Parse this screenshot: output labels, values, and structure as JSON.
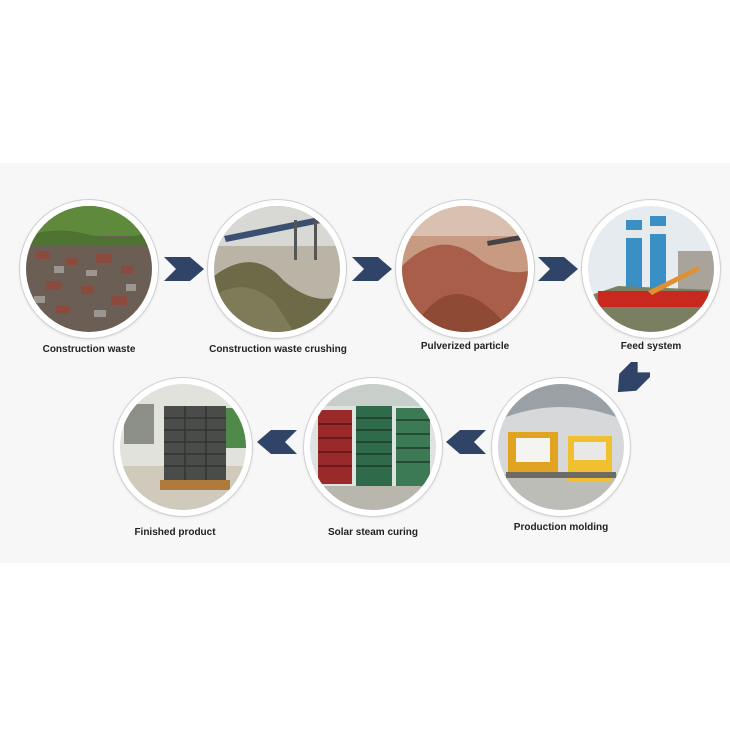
{
  "steps": [
    {
      "label": "Construction waste",
      "image": "rubble-pile"
    },
    {
      "label": "Construction waste crushing",
      "image": "crusher-conveyor"
    },
    {
      "label": "Pulverized particle",
      "image": "particle-heap"
    },
    {
      "label": "Feed system",
      "image": "silo-plant"
    },
    {
      "label": "Production molding",
      "image": "molding-machine"
    },
    {
      "label": "Solar steam curing",
      "image": "curing-racks"
    },
    {
      "label": "Finished product",
      "image": "block-stacks"
    }
  ],
  "colors": {
    "arrow": "#2f4466",
    "ring": "#d0d0d0",
    "band": "#f7f7f7"
  }
}
